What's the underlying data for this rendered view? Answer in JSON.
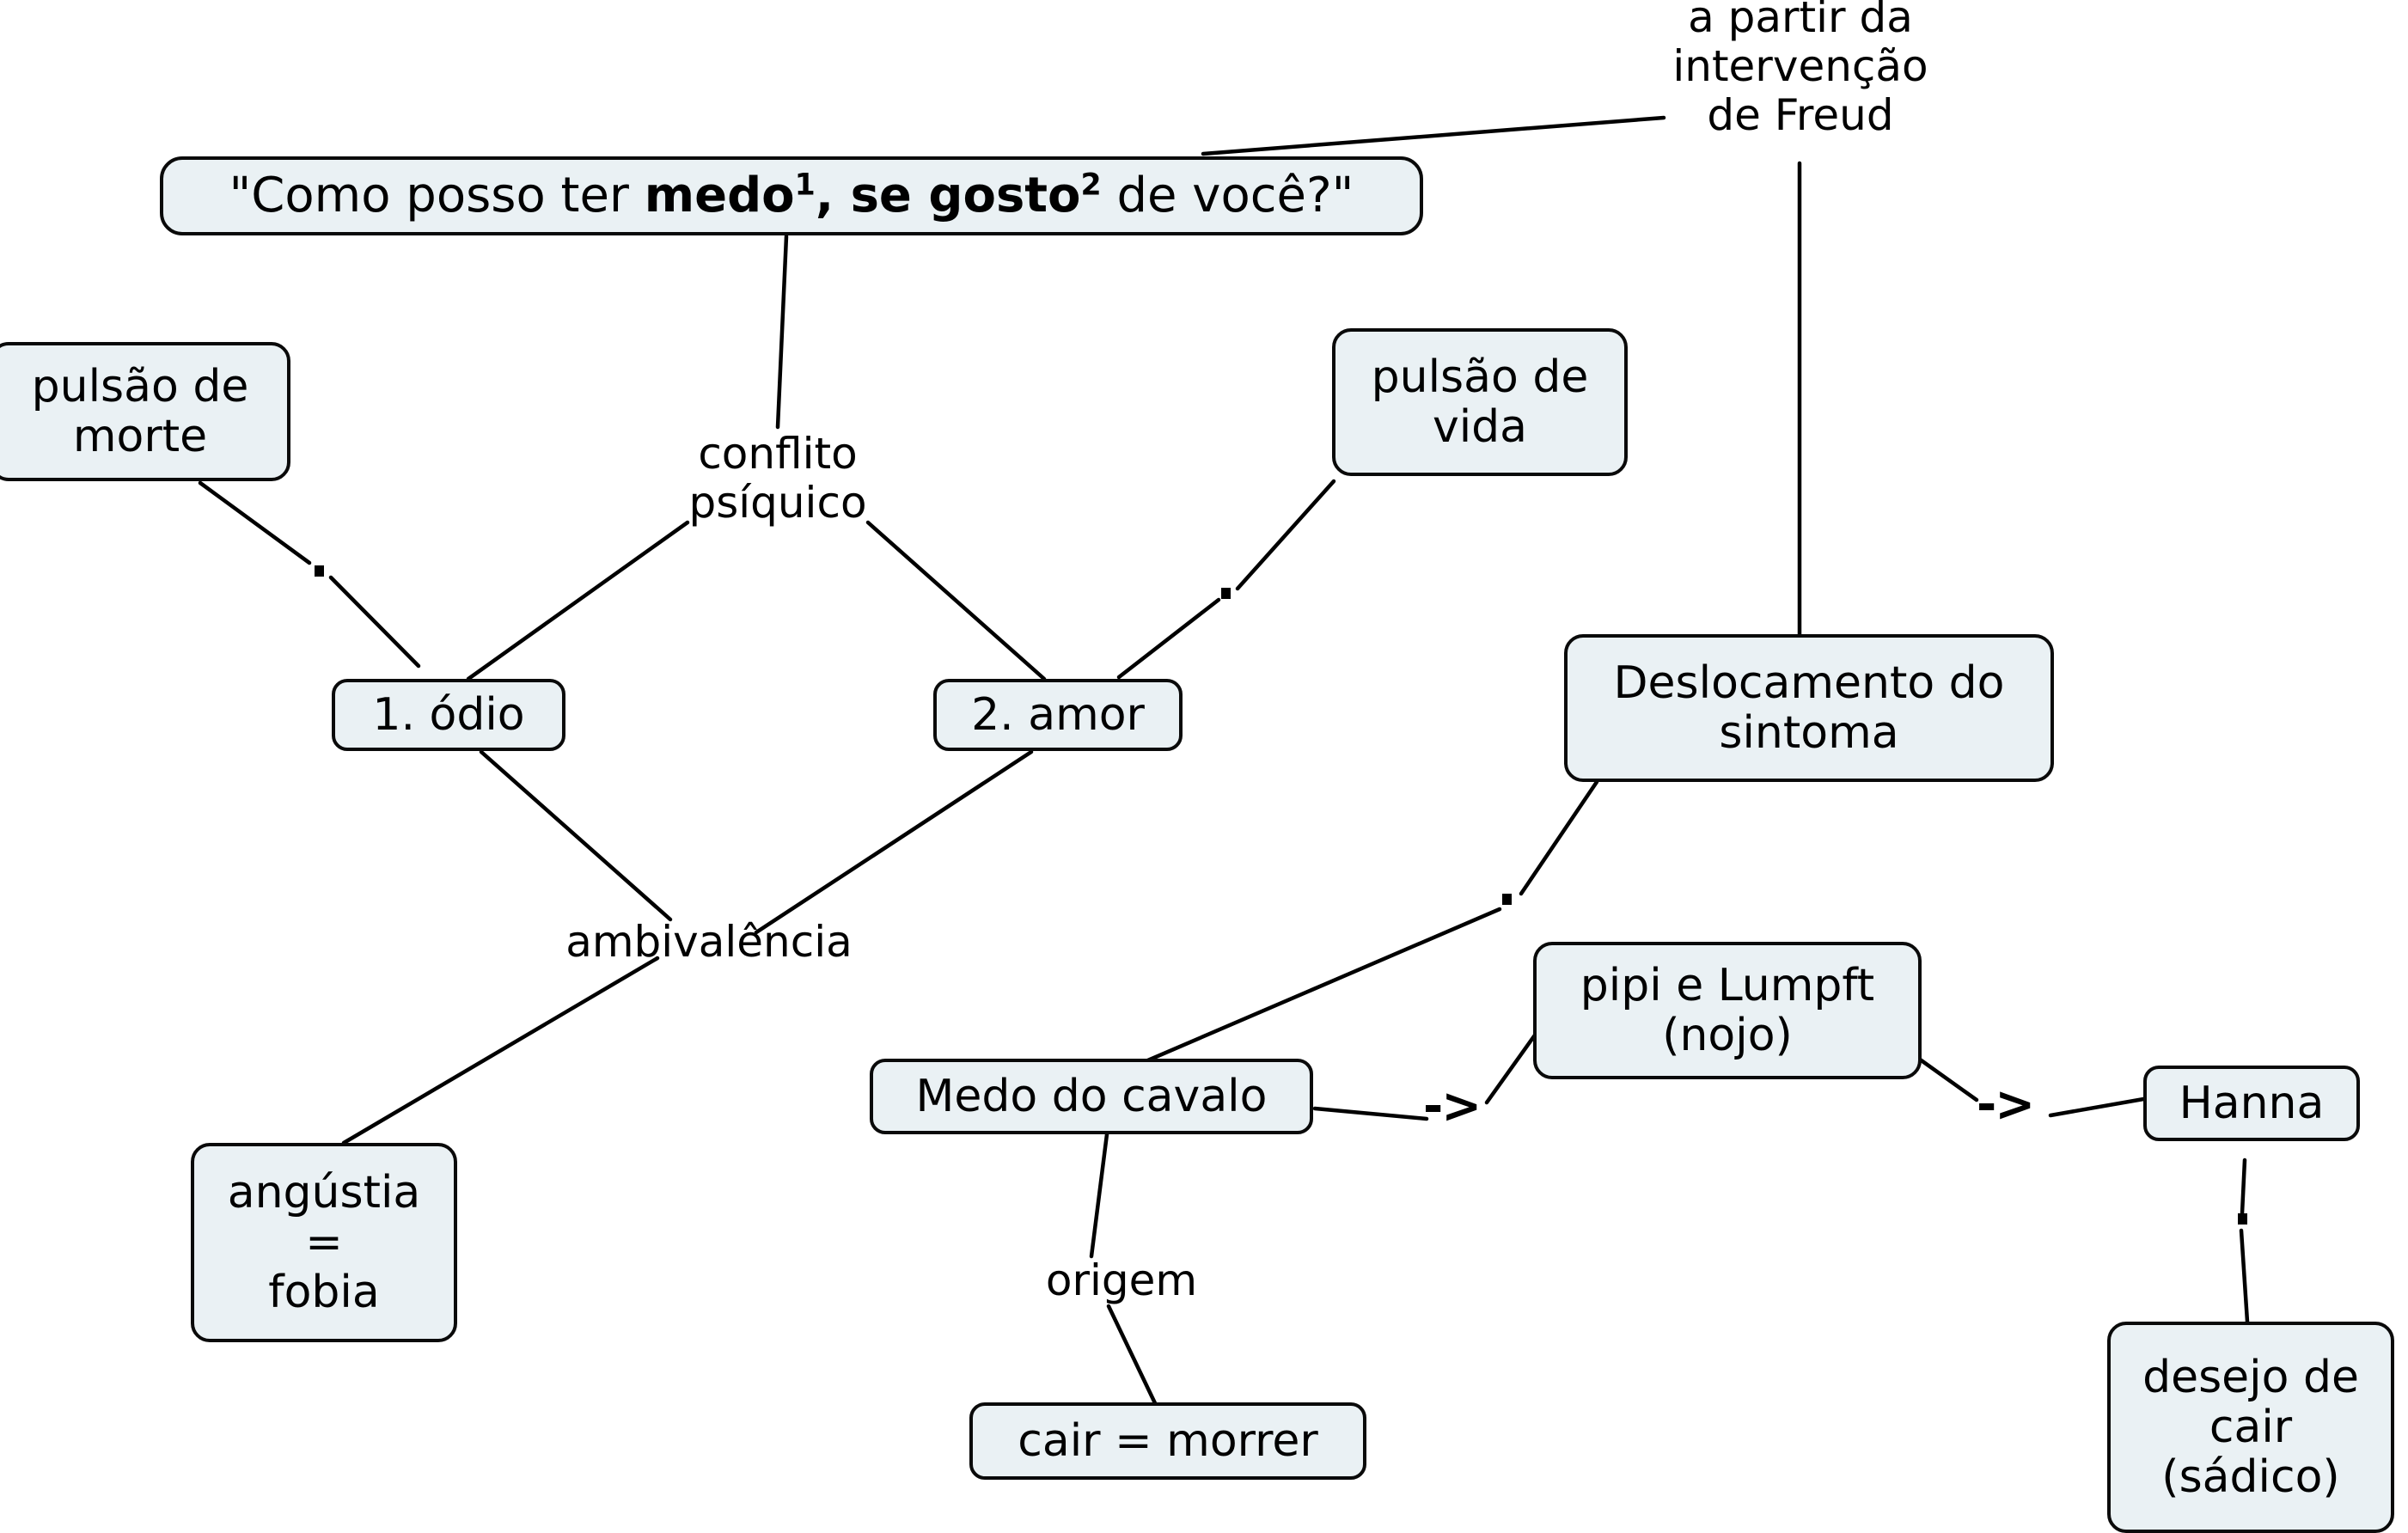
{
  "diagram": {
    "title": "Mapa conceitual - Medo do cavalo (caso Hans)",
    "background_color": "#ffffff",
    "node_fill_color": "#eaf1f4",
    "node_border_color": "#0a0a0a",
    "edge_color": "#000000",
    "text_color": "#000000"
  },
  "nodes": {
    "quote": {
      "prefix": "\"Como posso ter ",
      "bold1": "medo",
      "sup1": "1",
      "mid": ", se ",
      "bold2": "gosto",
      "sup2": "2",
      "suffix": " de você?\"",
      "plain": "\"Como posso ter medo¹, se gosto² de você?\""
    },
    "pulsao_morte": {
      "label": "pulsão de\nmorte"
    },
    "pulsao_vida": {
      "label": "pulsão de\nvida"
    },
    "odio": {
      "label": "1. ódio"
    },
    "amor": {
      "label": "2. amor"
    },
    "deslocamento": {
      "label": "Deslocamento do\nsintoma"
    },
    "angustia": {
      "label": "angústia\n=\nfobia"
    },
    "medo_cavalo": {
      "label": "Medo do cavalo"
    },
    "pipi_lumpft": {
      "label": "pipi e Lumpft\n(nojo)"
    },
    "hanna": {
      "label": "Hanna"
    },
    "desejo_cair": {
      "label": "desejo de\ncair\n(sádico)"
    },
    "cair_morrer": {
      "label": "cair = morrer"
    }
  },
  "edge_labels": {
    "freud": "a partir da\nintervenção\nde Freud",
    "conflito": "conflito\npsíquico",
    "ambivalencia": "ambivalência",
    "origem": "origem",
    "arrow_cavalo_pipi": "->",
    "arrow_pipi_hanna": "->"
  }
}
